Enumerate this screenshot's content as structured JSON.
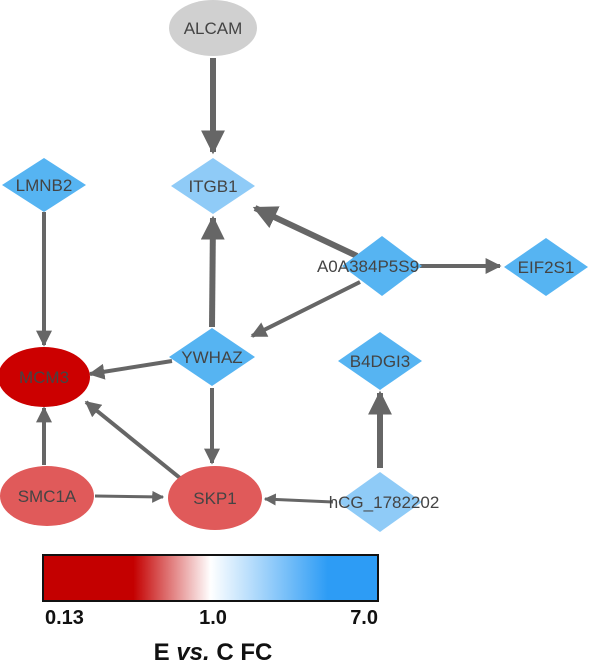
{
  "colors": {
    "edge": "#666666",
    "node_gray": "#d0d0d0",
    "node_blue": "#56b4f2",
    "node_light_blue": "#8fcbf7",
    "node_dark_red": "#cc0000",
    "node_red": "#e05a5a",
    "legend_low": "#c40000",
    "legend_mid": "#ffffff",
    "legend_high": "#2d9cf5"
  },
  "nodes": [
    {
      "id": "ALCAM",
      "label": "ALCAM"
    },
    {
      "id": "ITGB1",
      "label": "ITGB1"
    },
    {
      "id": "LMNB2",
      "label": "LMNB2"
    },
    {
      "id": "A0A384P5S9",
      "label": "A0A384P5S9"
    },
    {
      "id": "EIF2S1",
      "label": "EIF2S1"
    },
    {
      "id": "YWHAZ",
      "label": "YWHAZ"
    },
    {
      "id": "MCM3",
      "label": "MCM3"
    },
    {
      "id": "B4DGI3",
      "label": "B4DGI3"
    },
    {
      "id": "SMC1A",
      "label": "SMC1A"
    },
    {
      "id": "SKP1",
      "label": "SKP1"
    },
    {
      "id": "hCG_1782202",
      "label": "hCG_1782202"
    }
  ],
  "edges": [
    {
      "from": "ALCAM",
      "to": "ITGB1"
    },
    {
      "from": "A0A384P5S9",
      "to": "ITGB1"
    },
    {
      "from": "A0A384P5S9",
      "to": "EIF2S1"
    },
    {
      "from": "A0A384P5S9",
      "to": "YWHAZ"
    },
    {
      "from": "YWHAZ",
      "to": "ITGB1"
    },
    {
      "from": "LMNB2",
      "to": "MCM3"
    },
    {
      "from": "YWHAZ",
      "to": "MCM3"
    },
    {
      "from": "YWHAZ",
      "to": "SKP1"
    },
    {
      "from": "SKP1",
      "to": "MCM3"
    },
    {
      "from": "SMC1A",
      "to": "MCM3"
    },
    {
      "from": "SMC1A",
      "to": "SKP1"
    },
    {
      "from": "hCG_1782202",
      "to": "SKP1"
    },
    {
      "from": "hCG_1782202",
      "to": "B4DGI3"
    }
  ],
  "legend": {
    "tick_low": "0.13",
    "tick_mid": "1.0",
    "tick_high": "7.0",
    "title_pre": "E ",
    "title_italic": "vs.",
    "title_post": " C FC"
  }
}
